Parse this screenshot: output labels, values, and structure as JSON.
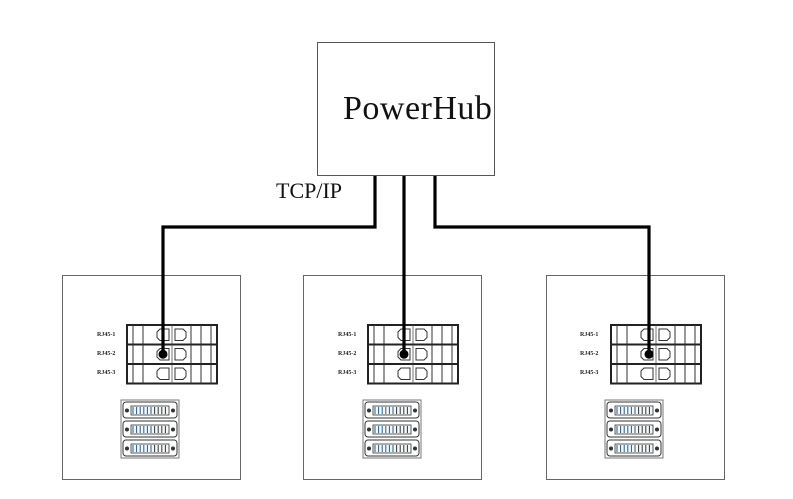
{
  "hub": {
    "title": "PowerHub"
  },
  "link": {
    "protocol": "TCP/IP"
  },
  "devices": [
    {
      "ports": [
        {
          "label": "RJ45-1",
          "connected": false
        },
        {
          "label": "RJ45-2",
          "connected": true
        },
        {
          "label": "RJ45-3",
          "connected": false
        }
      ],
      "terminal_rows": 3
    },
    {
      "ports": [
        {
          "label": "RJ45-1",
          "connected": false
        },
        {
          "label": "RJ45-2",
          "connected": true
        },
        {
          "label": "RJ45-3",
          "connected": false
        }
      ],
      "terminal_rows": 3
    },
    {
      "ports": [
        {
          "label": "RJ45-1",
          "connected": false
        },
        {
          "label": "RJ45-2",
          "connected": true
        },
        {
          "label": "RJ45-3",
          "connected": false
        }
      ],
      "terminal_rows": 3
    }
  ],
  "colors": {
    "wire": "#000000",
    "frame": "#555555"
  }
}
